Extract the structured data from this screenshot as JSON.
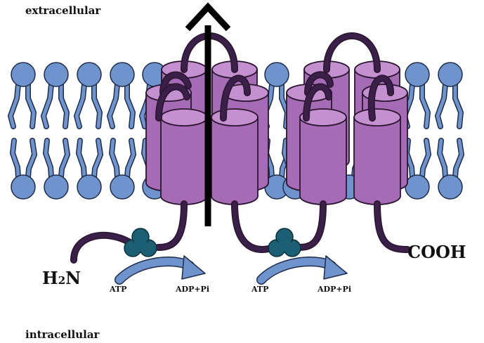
{
  "labels": {
    "extracellular": "extracellular",
    "intracellular": "intracellular",
    "n_terminus_H": "H",
    "n_terminus_sub": "2",
    "n_terminus_N": "N",
    "c_terminus": "COOH",
    "atp_1": "ATP",
    "adp_1": "ADP+Pi",
    "atp_2": "ATP",
    "adp_2": "ADP+Pi"
  },
  "colors": {
    "lipid_head": "#6f93cc",
    "lipid_outline": "#1f2d4a",
    "helix_side": "#a56bb4",
    "helix_top": "#c590cf",
    "helix_outline": "#2a1630",
    "loop": "#3a1f48",
    "atp_binding_domain": "#1c5f74",
    "reaction_arrow": "#6f93cc",
    "transport_arrow": "#000000"
  },
  "icons": {
    "transport_arrow": "up-arrow",
    "reaction_arrow": "curved-arrow",
    "atp_binding": "trefoil-blob"
  }
}
